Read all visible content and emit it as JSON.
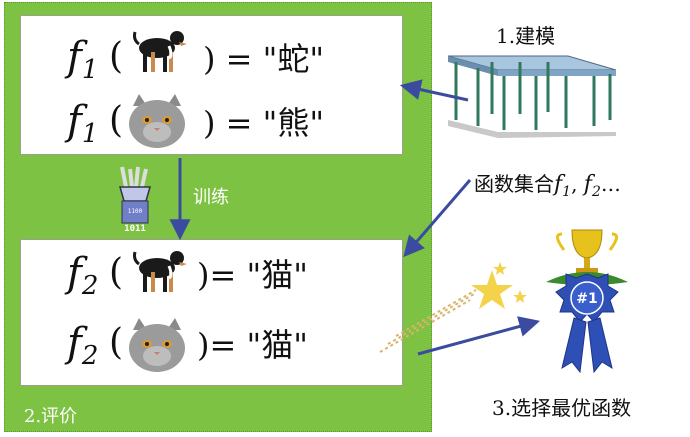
{
  "step1": {
    "label": "1.建模"
  },
  "step2": {
    "label": "2.评价"
  },
  "step3": {
    "label": "3.选择最优函数"
  },
  "function_set": {
    "label": "函数集合",
    "f1": "f",
    "f1_sub": "1",
    "f2": "f",
    "f2_sub": "2",
    "ellipsis": "…"
  },
  "train": {
    "label": "训练"
  },
  "box1": {
    "rows": [
      {
        "fn": "f",
        "sub": "1",
        "result": ") = \"蛇\""
      },
      {
        "fn": "f",
        "sub": "1",
        "result": ") = \"熊\""
      }
    ]
  },
  "box2": {
    "rows": [
      {
        "fn": "f",
        "sub": "2",
        "result": ")= \"猫\""
      },
      {
        "fn": "f",
        "sub": "2",
        "result": ")= \"猫\""
      }
    ]
  },
  "badge": {
    "text": "#1"
  },
  "colors": {
    "panel": "#7dc242",
    "arrow": "#3b4ca0",
    "badge": "#2e4fb5",
    "trophy": "#e8c21c"
  }
}
